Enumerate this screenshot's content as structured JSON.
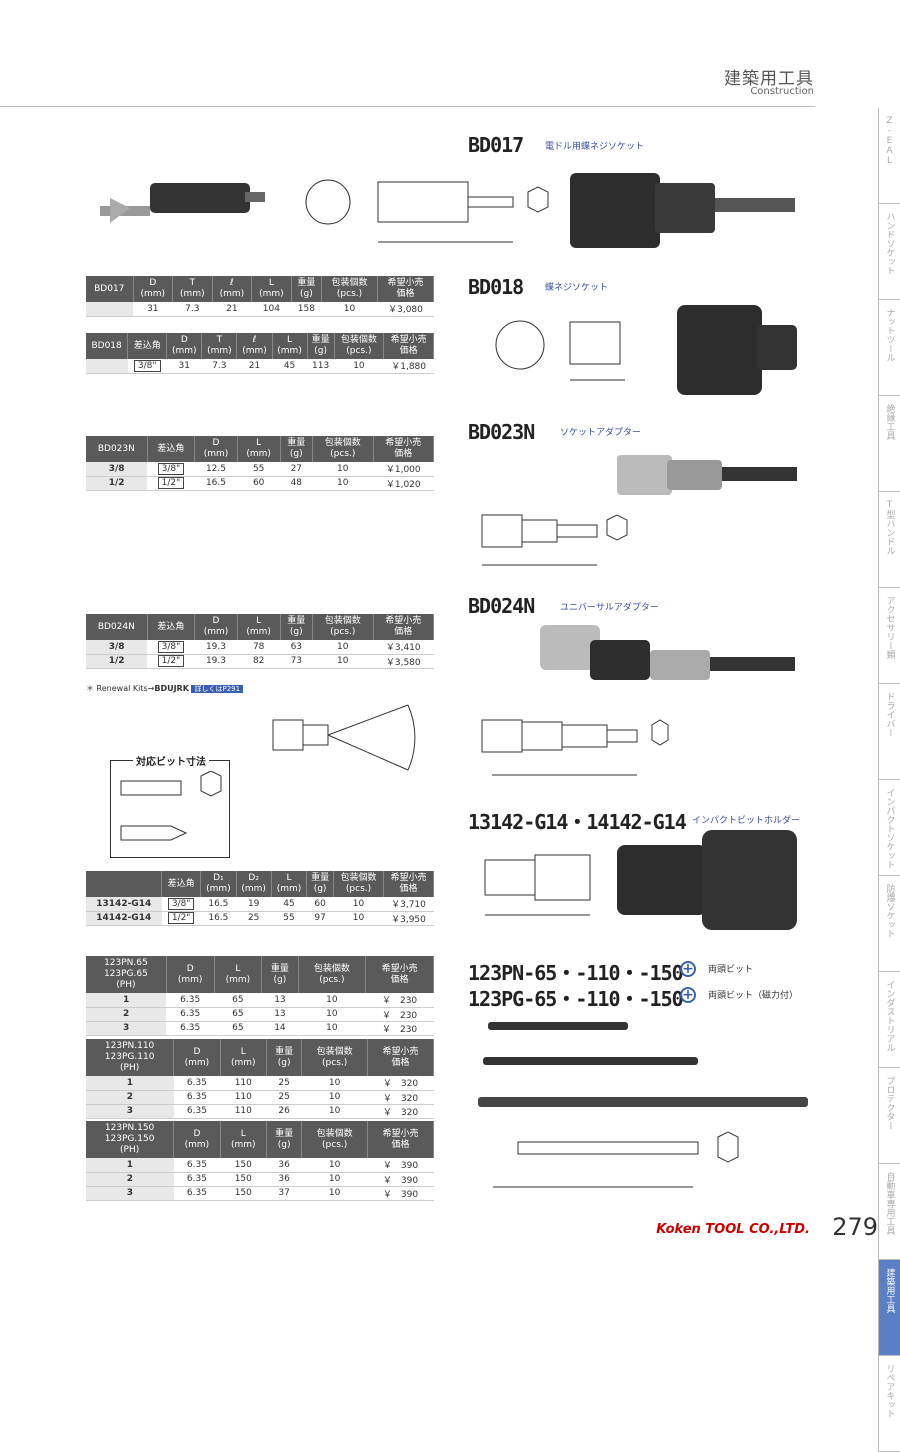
{
  "header": {
    "title": "建築用工具",
    "subtitle": "Construction"
  },
  "tabs": [
    "Z-EAL",
    "ハンドソケット",
    "ナットツール",
    "絶縁工具",
    "T型ハンドル",
    "アクセサリー類",
    "ドライバー",
    "インパクトソケット",
    "防爆ソケット",
    "インダストリアル",
    "プロテクター",
    "自動車専用工具",
    "建築用工具",
    "リペアキット"
  ],
  "products": {
    "bd017": {
      "title": "BD017",
      "subtitle": "電ドル用蝶ネジソケット"
    },
    "bd018": {
      "title": "BD018",
      "subtitle": "蝶ネジソケット"
    },
    "bd023n": {
      "title": "BD023N",
      "subtitle": "ソケットアダプター"
    },
    "bd024n": {
      "title": "BD024N",
      "subtitle": "ユニバーサルアダプター"
    },
    "g14": {
      "title": "13142-G14・14142-G14",
      "subtitle": "インパクトビットホルダー"
    },
    "pn": {
      "title": "123PN-65・-110・-150",
      "subtitle": "両頭ビット"
    },
    "pg": {
      "title": "123PG-65・-110・-150",
      "subtitle": "両頭ビット（磁力付）"
    }
  },
  "t1": {
    "h": [
      "BD017",
      "D\n(mm)",
      "T\n(mm)",
      "ℓ\n(mm)",
      "L\n(mm)",
      "重量\n(g)",
      "包装個数\n(pcs.)",
      "希望小売\n価格"
    ],
    "rows": [
      [
        "",
        "31",
        "7.3",
        "21",
        "104",
        "158",
        "10",
        "￥3,080"
      ]
    ]
  },
  "t2": {
    "h": [
      "BD018",
      "差込角",
      "D\n(mm)",
      "T\n(mm)",
      "ℓ\n(mm)",
      "L\n(mm)",
      "重量\n(g)",
      "包装個数\n(pcs.)",
      "希望小売\n価格"
    ],
    "rows": [
      [
        "",
        "3/8\"",
        "31",
        "7.3",
        "21",
        "45",
        "113",
        "10",
        "￥1,880"
      ]
    ]
  },
  "t3": {
    "h": [
      "BD023N",
      "差込角",
      "D\n(mm)",
      "L\n(mm)",
      "重量\n(g)",
      "包装個数\n(pcs.)",
      "希望小売\n価格"
    ],
    "rows": [
      [
        "3/8",
        "3/8\"",
        "12.5",
        "55",
        "27",
        "10",
        "￥1,000"
      ],
      [
        "1/2",
        "1/2\"",
        "16.5",
        "60",
        "48",
        "10",
        "￥1,020"
      ]
    ]
  },
  "t4": {
    "h": [
      "BD024N",
      "差込角",
      "D\n(mm)",
      "L\n(mm)",
      "重量\n(g)",
      "包装個数\n(pcs.)",
      "希望小売\n価格"
    ],
    "rows": [
      [
        "3/8",
        "3/8\"",
        "19.3",
        "78",
        "63",
        "10",
        "￥3,410"
      ],
      [
        "1/2",
        "1/2\"",
        "19.3",
        "82",
        "73",
        "10",
        "￥3,580"
      ]
    ]
  },
  "renewal": {
    "text": "＊ Renewal Kits→",
    "code": "BDUJRK",
    "badge": "詳しくはP291"
  },
  "bit_title": "対応ビット寸法",
  "t5": {
    "h": [
      "",
      "差込角",
      "D₁\n(mm)",
      "D₂\n(mm)",
      "L\n(mm)",
      "重量\n(g)",
      "包装個数\n(pcs.)",
      "希望小売\n価格"
    ],
    "rows": [
      [
        "13142-G14",
        "3/8\"",
        "16.5",
        "19",
        "45",
        "60",
        "10",
        "￥3,710"
      ],
      [
        "14142-G14",
        "1/2\"",
        "16.5",
        "25",
        "55",
        "97",
        "10",
        "￥3,950"
      ]
    ]
  },
  "t6": {
    "h": [
      "123PN.65\n123PG.65\n(PH)",
      "D\n(mm)",
      "L\n(mm)",
      "重量\n(g)",
      "包装個数\n(pcs.)",
      "希望小売\n価格"
    ],
    "rows": [
      [
        "1",
        "6.35",
        "65",
        "13",
        "10",
        "￥　230"
      ],
      [
        "2",
        "6.35",
        "65",
        "13",
        "10",
        "￥　230"
      ],
      [
        "3",
        "6.35",
        "65",
        "14",
        "10",
        "￥　230"
      ]
    ]
  },
  "t7": {
    "h": [
      "123PN.110\n123PG.110\n(PH)",
      "D\n(mm)",
      "L\n(mm)",
      "重量\n(g)",
      "包装個数\n(pcs.)",
      "希望小売\n価格"
    ],
    "rows": [
      [
        "1",
        "6.35",
        "110",
        "25",
        "10",
        "￥　320"
      ],
      [
        "2",
        "6.35",
        "110",
        "25",
        "10",
        "￥　320"
      ],
      [
        "3",
        "6.35",
        "110",
        "26",
        "10",
        "￥　320"
      ]
    ]
  },
  "t8": {
    "h": [
      "123PN.150\n123PG.150\n(PH)",
      "D\n(mm)",
      "L\n(mm)",
      "重量\n(g)",
      "包装個数\n(pcs.)",
      "希望小売\n価格"
    ],
    "rows": [
      [
        "1",
        "6.35",
        "150",
        "36",
        "10",
        "￥　390"
      ],
      [
        "2",
        "6.35",
        "150",
        "36",
        "10",
        "￥　390"
      ],
      [
        "3",
        "6.35",
        "150",
        "37",
        "10",
        "￥　390"
      ]
    ]
  },
  "footer": {
    "brand": "Koken TOOL CO.,LTD.",
    "page": "279"
  }
}
